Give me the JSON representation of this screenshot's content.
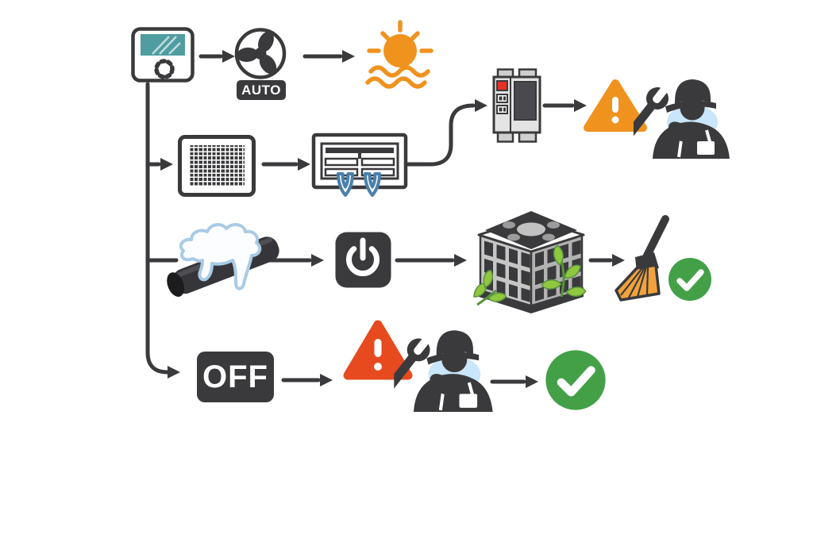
{
  "page": {
    "background": "#ffffff",
    "description": "HVAC air-conditioner troubleshooting flowchart with four branches"
  },
  "labels": {
    "fan_mode": "AUTO",
    "power_off": "OFF"
  },
  "colors": {
    "ink": "#3a3a3c",
    "teal_screen": "#4f9da1",
    "orange": "#f0921e",
    "red_warning": "#e64a1e",
    "airflow_blue": "#4a80ab",
    "ice_blue": "#a9cbe6",
    "check_green": "#43a047",
    "leaf_green": "#8fc73e",
    "breaker_gray": "#e3e3e3",
    "breaker_red": "#e53022",
    "glow_blue": "#c9e6fa"
  },
  "flow": {
    "rows": [
      {
        "id": "row-fan-auto",
        "nodes": [
          "thermostat",
          "fan-auto-mode",
          "sun-heat"
        ]
      },
      {
        "id": "row-airflow",
        "nodes": [
          "air-filter",
          "indoor-unit-weak-airflow",
          "circuit-breaker",
          "orange-warning",
          "call-technician"
        ]
      },
      {
        "id": "row-frozen-pipe",
        "nodes": [
          "frozen-pipe",
          "power-off-button",
          "outdoor-condenser-with-leaves",
          "clean-broom",
          "ok-check"
        ]
      },
      {
        "id": "row-system-off",
        "nodes": [
          "off-button",
          "red-warning",
          "call-technician",
          "ok-check"
        ]
      }
    ]
  }
}
